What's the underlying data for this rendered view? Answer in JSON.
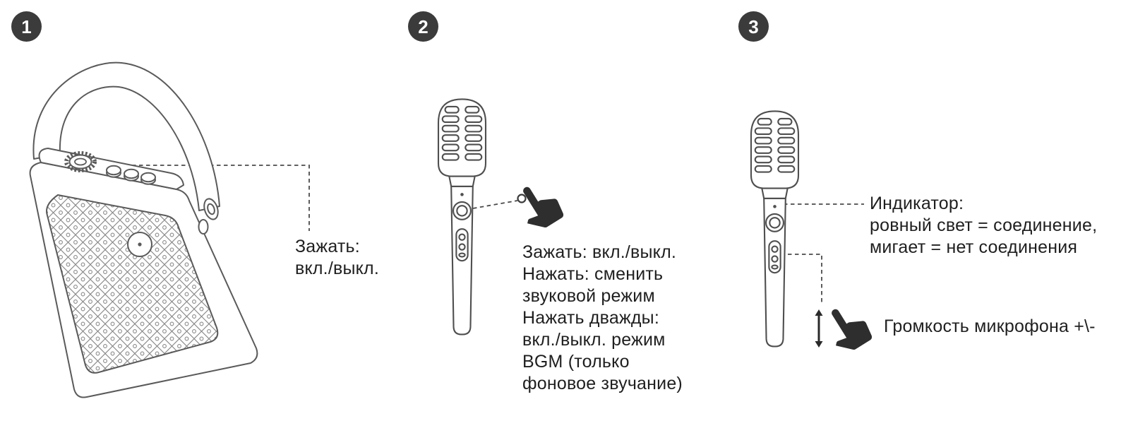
{
  "page": {
    "background": "#ffffff",
    "line_color": "#5a5a5a",
    "text_color": "#1f1f1f",
    "badge_color": "#3b3b3b"
  },
  "icons": {
    "tap_hand": "hand-tap-icon",
    "tap_point": "tap-point-circle",
    "volume_arrows": "up-down-arrow-icon",
    "connectors": "dashed-callout-line"
  },
  "steps": [
    {
      "number": "1",
      "callout": "Зажать:\nвкл./выкл."
    },
    {
      "number": "2",
      "callout": "Зажать: вкл./выкл.\nНажать: сменить\nзвуковой режим\nНажать дважды:\nвкл./выкл. режим\nBGM (только\nфоновое звучание)"
    },
    {
      "number": "3",
      "indicator_callout": "Индикатор:\nровный свет = соединение,\nмигает = нет соединения",
      "volume_callout": "Громкость микрофона +\\-"
    }
  ]
}
